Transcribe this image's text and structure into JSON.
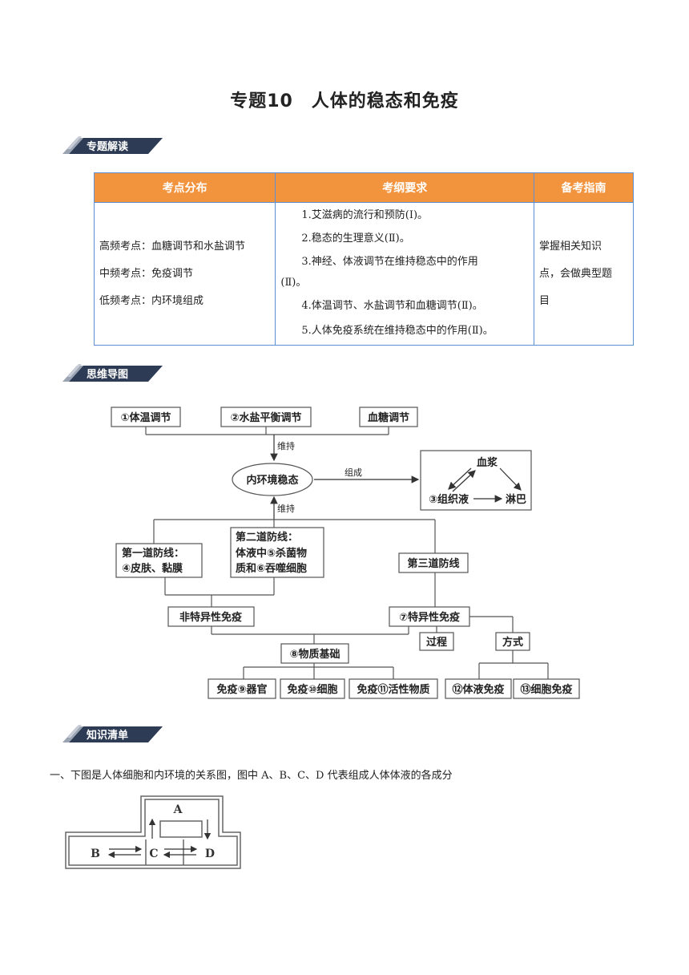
{
  "title": "专题10　人体的稳态和免疫",
  "sections": {
    "s1": "专题解读",
    "s2": "思维导图",
    "s3": "知识清单"
  },
  "table": {
    "headers": [
      "考点分布",
      "考纲要求",
      "备考指南"
    ],
    "col1": [
      "高频考点：血糖调节和水盐调节",
      "中频考点：免疫调节",
      "低频考点：内环境组成"
    ],
    "col2": [
      "1.艾滋病的流行和预防(Ⅰ)。",
      "2.稳态的生理意义(Ⅱ)。",
      "3.神经、体液调节在维持稳态中的作用",
      "(Ⅱ)。",
      "4.体温调节、水盐调节和血糖调节(Ⅱ)。",
      "5.人体免疫系统在维持稳态中的作用(Ⅱ)。"
    ],
    "col3": [
      "掌握相关知识",
      "点，会做典型题",
      "目"
    ]
  },
  "mindmap": {
    "top1": "①体温调节",
    "top2": "②水盐平衡调节",
    "top3": "血糖调节",
    "maintain1": "维持",
    "center": "内环境稳态",
    "compose": "组成",
    "plasma": "血浆",
    "tissue": "③组织液",
    "lymph": "淋巴",
    "maintain2": "维持",
    "line1a": "第一道防线：",
    "line1b": "④皮肤、黏膜",
    "line2a": "第二道防线：",
    "line2b": "体液中⑤杀菌物",
    "line2c": "质和⑥吞噬细胞",
    "line3": "第三道防线",
    "nonspecific": "非特异性免疫",
    "specific": "⑦特异性免疫",
    "process": "过程",
    "method": "方式",
    "basis": "⑧物质基础",
    "organ": "免疫⑨器官",
    "cell": "免疫⑩细胞",
    "active": "免疫⑪活性物质",
    "humoral": "⑫体液免疫",
    "cellular": "⑬细胞免疫"
  },
  "question": "一、下图是人体细胞和内环境的关系图，图中 A、B、C、D 代表组成人体体液的各成分",
  "figure": {
    "a": "A",
    "b": "B",
    "c": "C",
    "d": "D"
  }
}
